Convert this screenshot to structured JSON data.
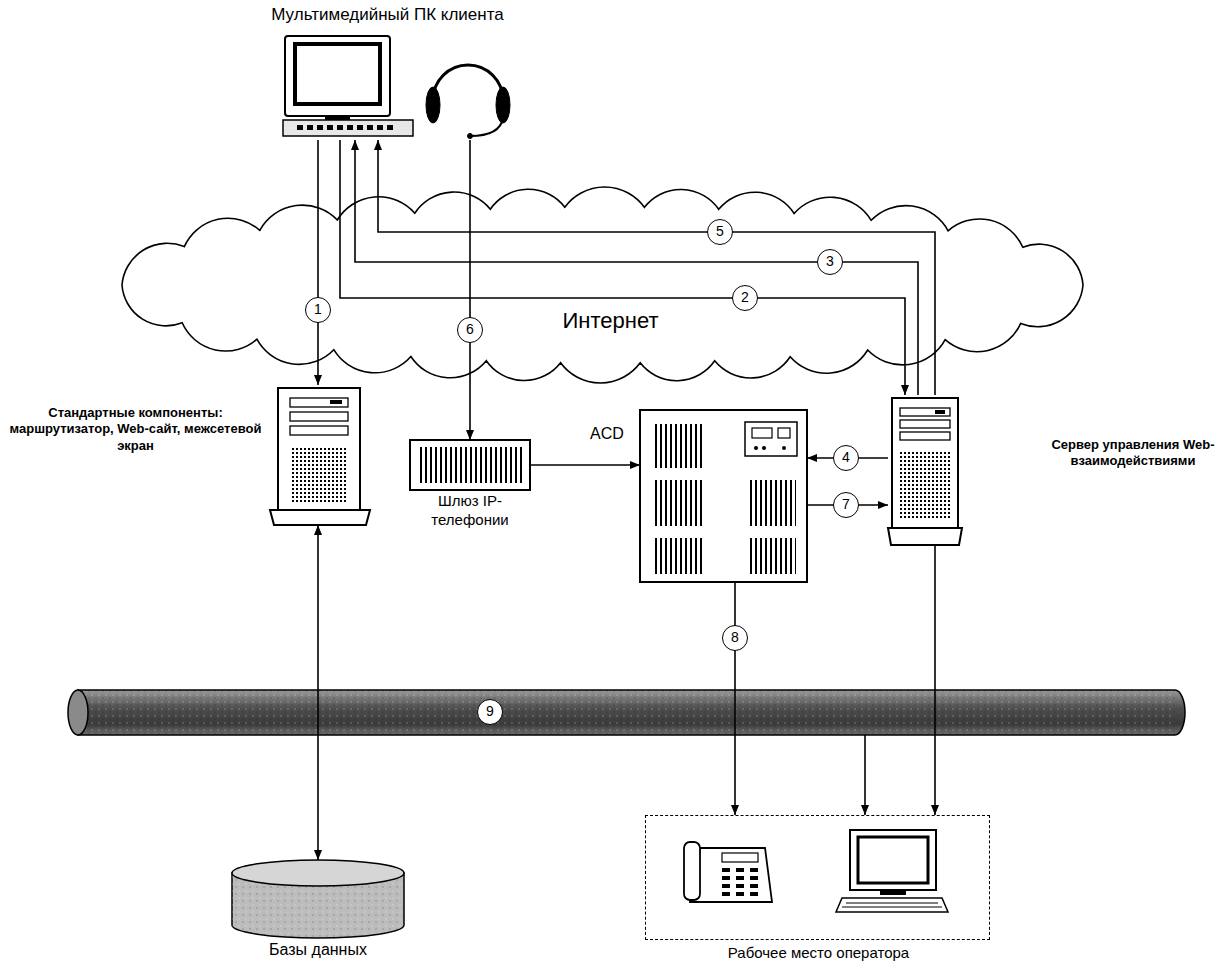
{
  "diagram": {
    "nodes": [
      {
        "text": [
          "Мультимедийный ПК клиента"
        ]
      },
      {
        "text": [
          "Интернет"
        ]
      },
      {
        "text": [
          "Стандартные компоненты: маршрутизатор, Web-сайт, межсетевой экран"
        ]
      },
      {
        "text": [
          "Шлюз IP-телефонии"
        ]
      },
      {
        "text": [
          "ACD"
        ]
      },
      {
        "text": [
          "Сервер управления Web-взаимодействиями"
        ]
      },
      {
        "text": [
          "Базы данных"
        ]
      },
      {
        "text": [
          "Рабочее место оператора"
        ]
      }
    ],
    "edges": [
      {
        "from": 0,
        "to": 2,
        "label": "1",
        "arrow": "to"
      },
      {
        "from": 0,
        "to": 5,
        "label": "2",
        "arrow": "to"
      },
      {
        "from": 5,
        "to": 0,
        "label": "3",
        "arrow": "to"
      },
      {
        "from": 5,
        "to": 4,
        "label": "4",
        "arrow": "to"
      },
      {
        "from": 5,
        "to": 0,
        "label": "5",
        "arrow": "to"
      },
      {
        "from": 0,
        "to": 3,
        "label": "6",
        "arrow": "to"
      },
      {
        "from": 4,
        "to": 5,
        "label": "7",
        "arrow": "to"
      },
      {
        "from": 4,
        "to": 7,
        "label": "8",
        "arrow": "to"
      },
      {
        "from": 3,
        "to": 4,
        "arrow": "to"
      },
      {
        "from": 2,
        "to": 6,
        "arrow": "both"
      },
      {
        "from": 5,
        "to": 7,
        "arrow": "to"
      }
    ],
    "labels": [
      "9"
    ]
  }
}
